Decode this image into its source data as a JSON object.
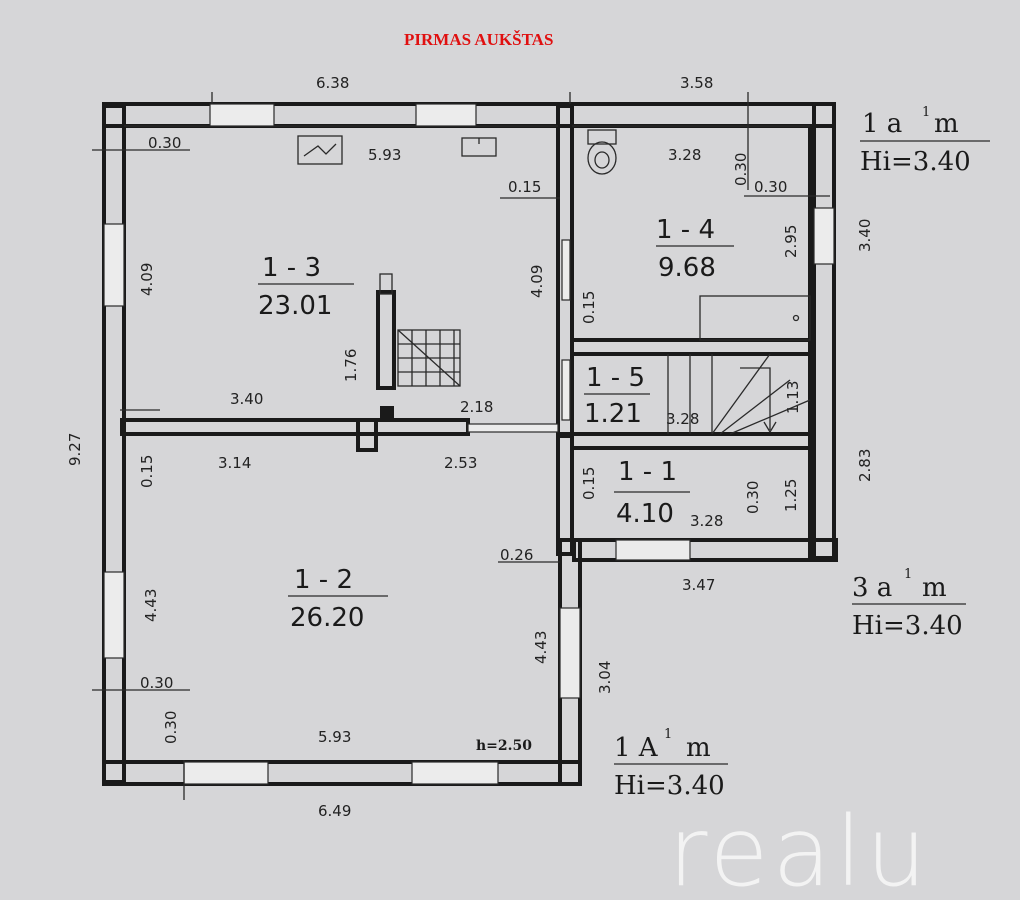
{
  "title": "PIRMAS AUKŠTAS",
  "watermark": "realu",
  "rooms": [
    {
      "id": "1 - 3",
      "area": "23.01"
    },
    {
      "id": "1 - 4",
      "area": "9.68"
    },
    {
      "id": "1 - 5",
      "area": "1.21"
    },
    {
      "id": "1 - 1",
      "area": "4.10"
    },
    {
      "id": "1 - 2",
      "area": "26.20"
    }
  ],
  "markers": [
    {
      "label": "1 a",
      "sup": "1",
      "unit": "m",
      "height": "Hi=3.40"
    },
    {
      "label": "3 a",
      "sup": "1",
      "unit": "m",
      "height": "Hi=3.40"
    },
    {
      "label": "1 A",
      "sup": "1",
      "unit": "m",
      "height": "Hi=3.40"
    }
  ],
  "dimensions": {
    "top_left_outer": "6.38",
    "top_right_outer": "3.58",
    "room13_width": "5.93",
    "wall_top_left": "0.30",
    "wall_partition_13": "0.15",
    "room14_width": "3.28",
    "wall_top_right_v": "0.30",
    "wall_top_right_h": "0.30",
    "room14_height": "2.95",
    "right_outer_top": "3.40",
    "room13_left_height": "4.09",
    "room13_right_height": "4.09",
    "wall_partition_14": "0.15",
    "stair_length": "1.76",
    "room13_bottom_left": "3.40",
    "corridor_2_18": "2.18",
    "stair_room_width": "3.28",
    "stair_room_height": "1.13",
    "left_outer_total": "9.27",
    "wall_mid_left": "0.15",
    "room12_top_left": "3.14",
    "room12_top_right": "2.53",
    "wall_partition_11": "0.15",
    "room11_width": "3.28",
    "wall_room11": "0.30",
    "room11_height": "1.25",
    "right_outer_lower": "2.83",
    "wall_0_26": "0.26",
    "room11_outer": "3.47",
    "room12_left_height": "4.43",
    "room12_right_height": "4.43",
    "right_wall_lower": "3.04",
    "wall_bottom_left_h": "0.30",
    "wall_bottom_left_v": "0.30",
    "room12_width": "5.93",
    "ceiling_note": "h=2.50",
    "bottom_outer": "6.49"
  }
}
